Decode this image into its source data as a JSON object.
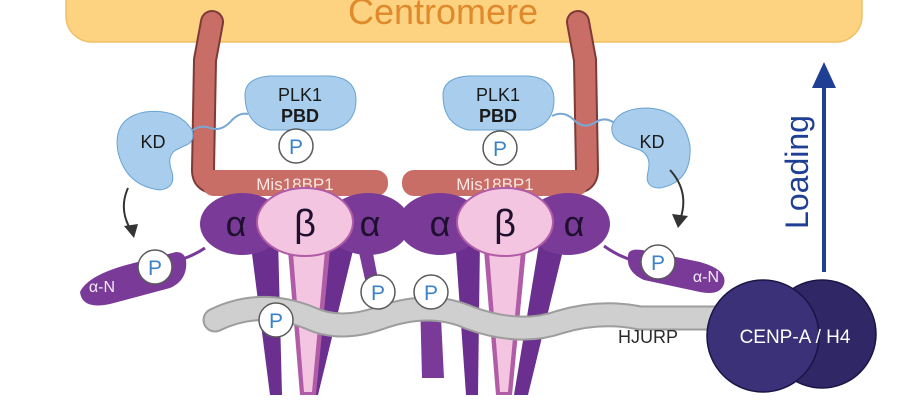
{
  "labels": {
    "centromere": "Centromere",
    "plk1_left": "PLK1",
    "pbd_left": "PBD",
    "plk1_right": "PLK1",
    "pbd_right": "PBD",
    "kd_left": "KD",
    "kd_right": "KD",
    "mis18bp1_left": "Mis18BP1",
    "mis18bp1_right": "Mis18BP1",
    "alpha": "α",
    "beta": "β",
    "alpha_n": "α-N",
    "phospho": "P",
    "hjurp": "HJURP",
    "cenpa_h4": "CENP-A / H4",
    "loading": "Loading"
  },
  "colors": {
    "centromere_fill": "#fdd382",
    "centromere_text": "#e08a2c",
    "mis18bp1": "#c86e66",
    "mis18bp1_light": "#d98e84",
    "plk1": "#a9cdec",
    "alpha_purple": "#7a3a98",
    "beta_pink": "#f4c5e0",
    "hjurp_gray": "#c8c8c8",
    "cenpa_navy": "#2f2766",
    "loading_blue": "#1f3f94",
    "phospho_text": "#3b82c6"
  }
}
